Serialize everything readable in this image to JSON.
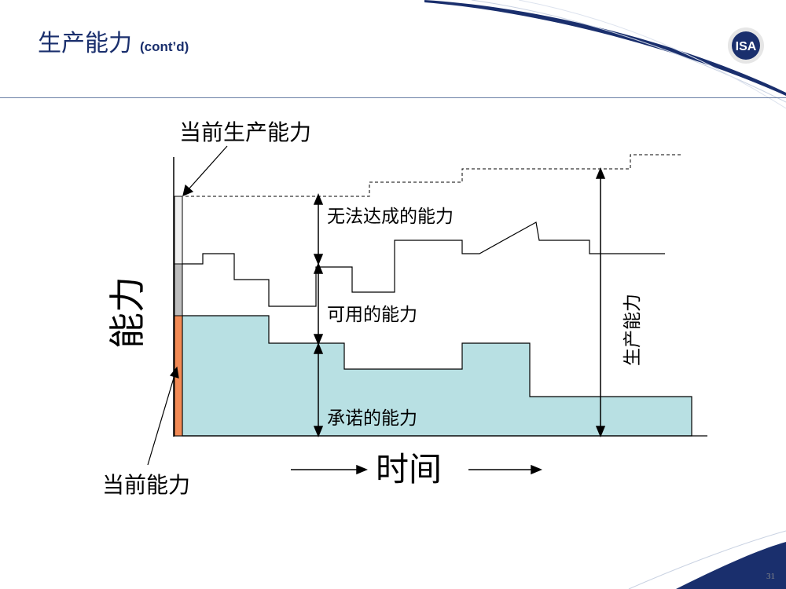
{
  "header": {
    "title": "生产能力",
    "subtitle": "(cont’d)"
  },
  "logo": {
    "text": "ISA",
    "icon": "isa-logo-icon"
  },
  "diagram": {
    "y_axis_label": "能力",
    "x_axis_label": "时间",
    "labels": {
      "current_production_capacity": "当前生产能力",
      "current_capacity": "当前能力",
      "unattainable_capacity": "无法达成的能力",
      "available_capacity": "可用的能力",
      "committed_capacity": "承诺的能力",
      "production_capacity": "生产能力"
    },
    "colors": {
      "committed_fill": "#b8e0e3",
      "current_committed": "#f28a55",
      "current_available": "#bdbdbd",
      "current_unattainable": "#f0f0f0",
      "title": "#1a2f6d"
    }
  },
  "footer": {
    "page_number": "31"
  }
}
